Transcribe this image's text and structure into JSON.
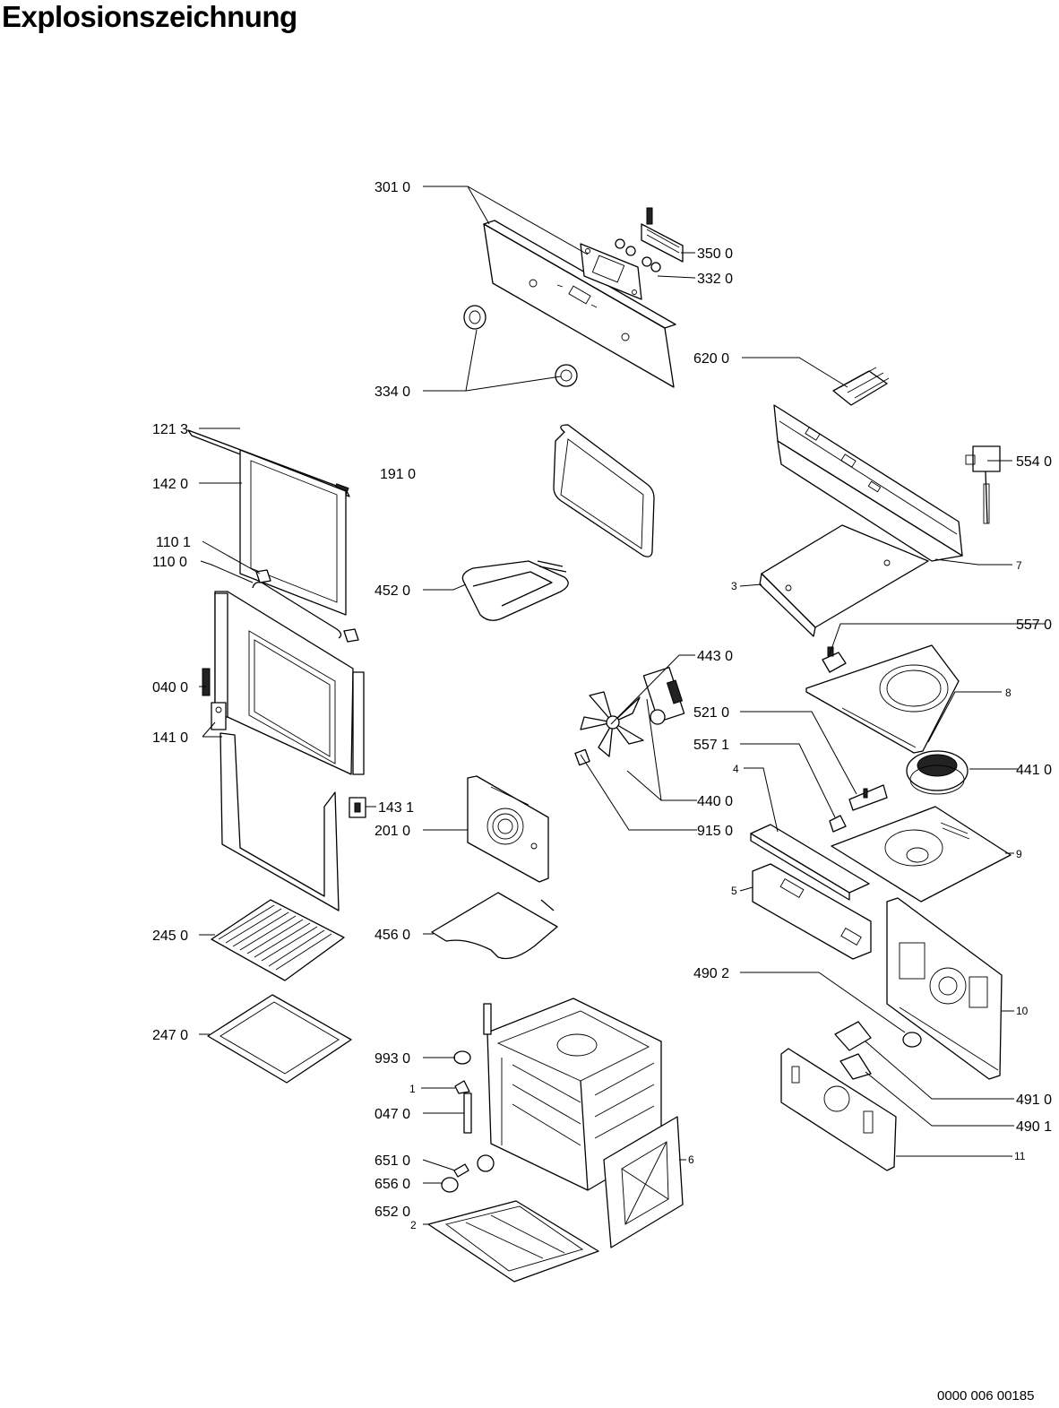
{
  "title": "Explosionszeichnung",
  "document_number": "0000 006 00185",
  "part_labels": {
    "p3010": "301 0",
    "p3500": "350 0",
    "p3320": "332 0",
    "p3340": "334 0",
    "p6200": "620 0",
    "p1213": "121 3",
    "p1420": "142 0",
    "p1910": "191 0",
    "p5540": "554 0",
    "p1101": "110 1",
    "p1100": "110 0",
    "p4520": "452 0",
    "p7": "7",
    "p3": "3",
    "p5570": "557 0",
    "p4430": "443 0",
    "p0400": "040 0",
    "p8": "8",
    "p5210": "521 0",
    "p1410": "141 0",
    "p5571": "557 1",
    "p4": "4",
    "p4410": "441 0",
    "p4400": "440 0",
    "p1431": "143 1",
    "p2010": "201 0",
    "p9150": "915 0",
    "p9": "9",
    "p5": "5",
    "p2450": "245 0",
    "p4560": "456 0",
    "p4902": "490 2",
    "p10": "10",
    "p2470": "247 0",
    "p9930": "993 0",
    "p4910": "491 0",
    "p1": "1",
    "p0470": "047 0",
    "p4901": "490 1",
    "p11": "11",
    "p6510": "651 0",
    "p6": "6",
    "p6560": "656 0",
    "p6520": "652 0",
    "p2": "2"
  }
}
